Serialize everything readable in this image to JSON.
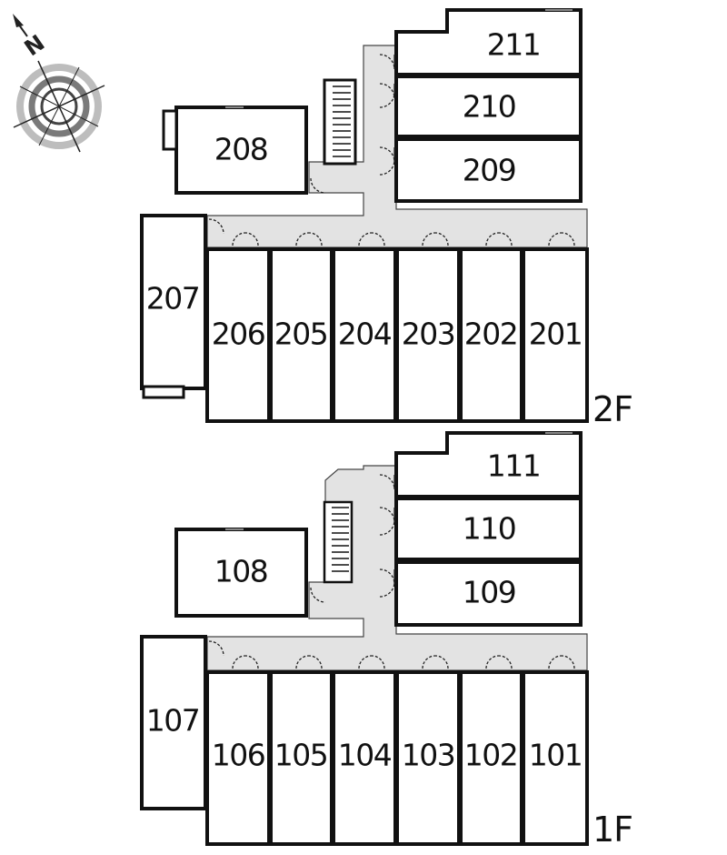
{
  "compass": {
    "north_letter": "N"
  },
  "floor2": {
    "label": "2F",
    "rooms": {
      "r201": "201",
      "r202": "202",
      "r203": "203",
      "r204": "204",
      "r205": "205",
      "r206": "206",
      "r207": "207",
      "r208": "208",
      "r209": "209",
      "r210": "210",
      "r211": "211"
    }
  },
  "floor1": {
    "label": "1F",
    "rooms": {
      "r101": "101",
      "r102": "102",
      "r103": "103",
      "r104": "104",
      "r105": "105",
      "r106": "106",
      "r107": "107",
      "r108": "108",
      "r109": "109",
      "r110": "110",
      "r111": "111"
    }
  }
}
